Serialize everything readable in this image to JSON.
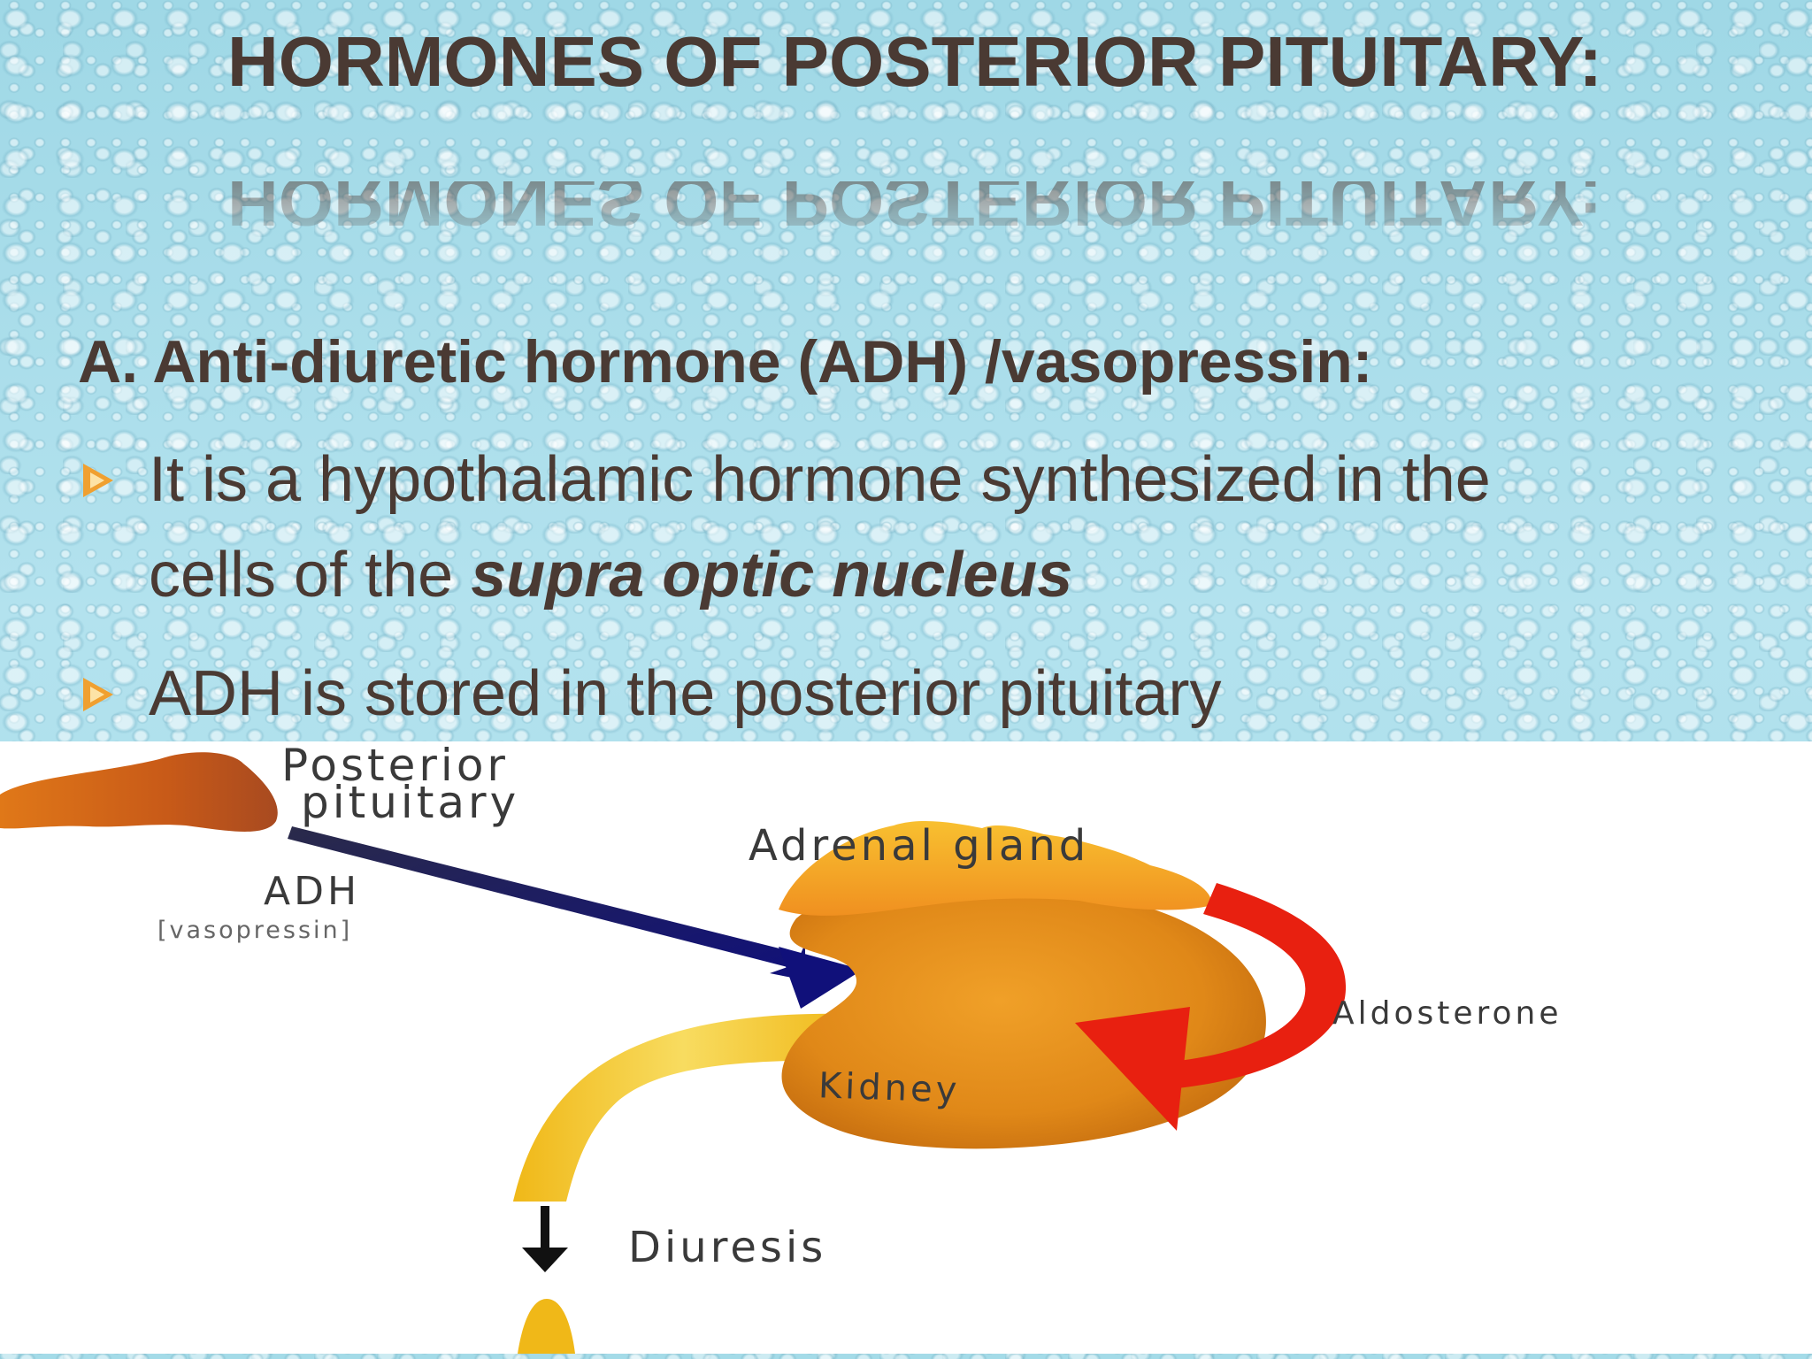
{
  "slide": {
    "title": "HORMONES OF POSTERIOR PITUITARY:",
    "heading": "A. Anti-diuretic hormone (ADH) /vasopressin:",
    "bullets": [
      {
        "line1": "It is a hypothalamic hormone synthesized in the",
        "line2_prefix": "cells of the ",
        "line2_emphasis": "supra optic nucleus"
      },
      {
        "line1": "ADH is stored in the posterior pituitary"
      }
    ],
    "bullet_icon": "arrow-bullet-icon"
  },
  "diagram": {
    "labels": {
      "posterior_line1": "Posterior",
      "posterior_line2": "pituitary",
      "adh": "ADH",
      "vasopressin": "[vasopressin]",
      "adrenal": "Adrenal gland",
      "aldosterone": "Aldosterone",
      "kidney": "Kidney",
      "diuresis": "Diuresis"
    }
  },
  "colors": {
    "text": "#4a3a33",
    "bullet": "#f0a030",
    "background": "#a8dce8",
    "kidney": "#e8901a",
    "adh_arrow": "#1a1a6e",
    "aldosterone_arrow": "#e82010",
    "urine_flow": "#f0c020"
  }
}
